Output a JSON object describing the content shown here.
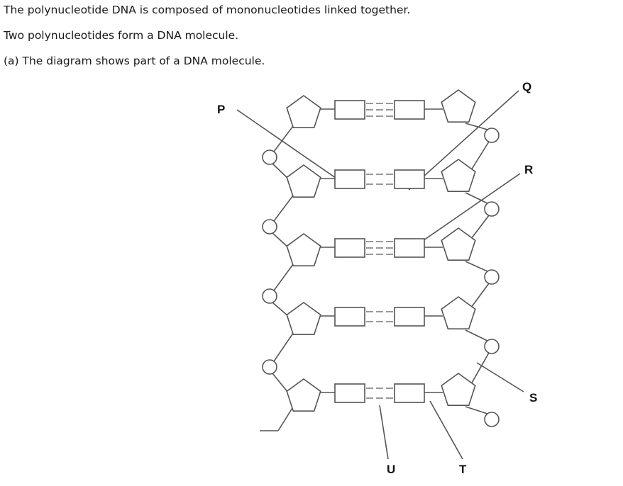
{
  "text": {
    "line1": "The polynucleotide DNA is composed of mononucleotides linked together.",
    "line2": "Two polynucleotides form a DNA molecule.",
    "line3": "(a)  The diagram shows part of a DNA molecule."
  },
  "diagram": {
    "labels": {
      "P": "P",
      "Q": "Q",
      "R": "R",
      "S": "S",
      "T": "T",
      "U": "U"
    },
    "pairs": [
      {
        "hbonds": 3
      },
      {
        "hbonds": 2
      },
      {
        "hbonds": 3
      },
      {
        "hbonds": 2
      },
      {
        "hbonds": 2
      }
    ],
    "colors": {
      "stroke": "#555555",
      "background": "#ffffff"
    }
  }
}
